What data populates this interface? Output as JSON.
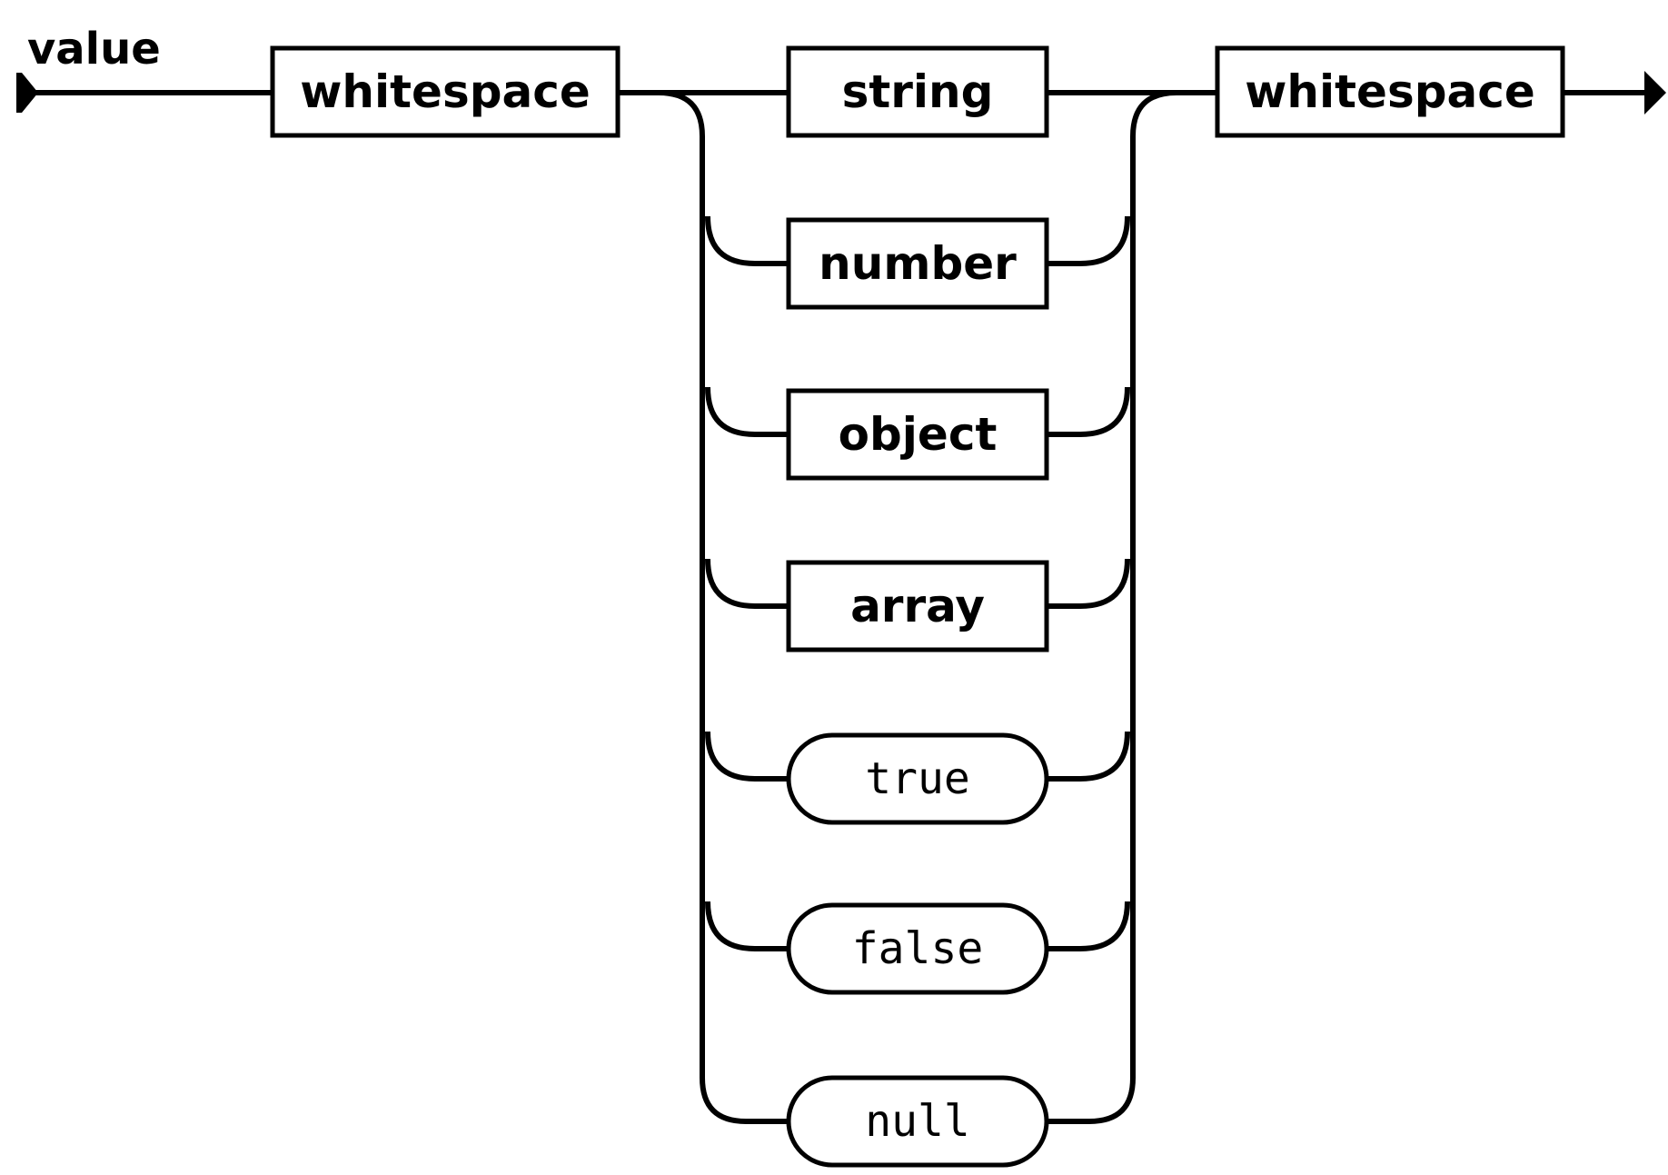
{
  "diagram": {
    "title": "value",
    "entry": {
      "label": "whitespace",
      "kind": "nonterminal"
    },
    "choices": [
      {
        "label": "string",
        "kind": "nonterminal"
      },
      {
        "label": "number",
        "kind": "nonterminal"
      },
      {
        "label": "object",
        "kind": "nonterminal"
      },
      {
        "label": "array",
        "kind": "nonterminal"
      },
      {
        "label": "true",
        "kind": "terminal"
      },
      {
        "label": "false",
        "kind": "terminal"
      },
      {
        "label": "null",
        "kind": "terminal"
      }
    ],
    "exit": {
      "label": "whitespace",
      "kind": "nonterminal"
    },
    "colors": {
      "stroke": "#000000",
      "background": "#ffffff"
    }
  }
}
